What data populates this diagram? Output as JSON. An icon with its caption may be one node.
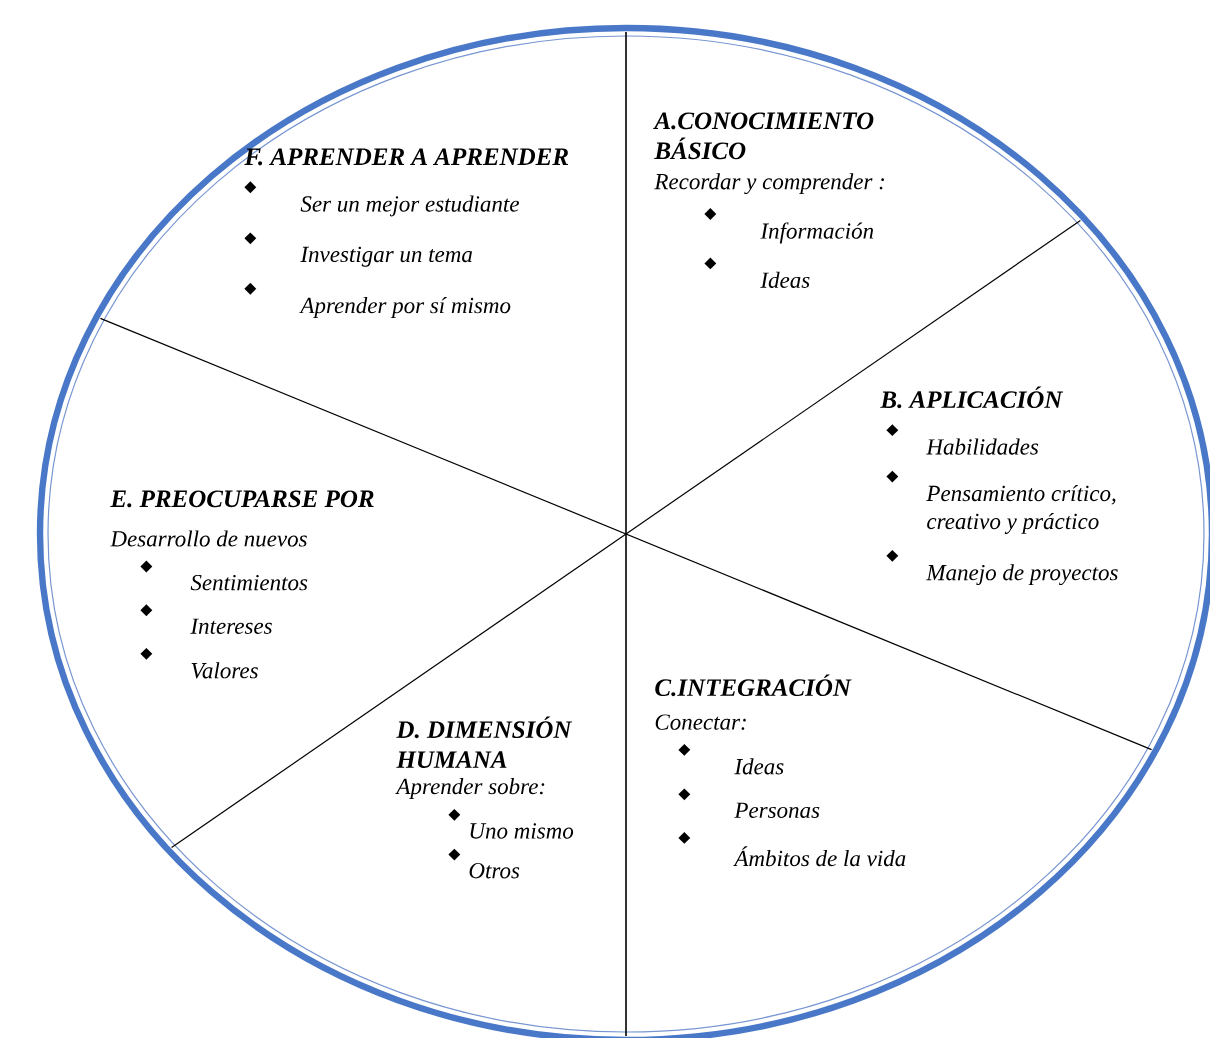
{
  "diagram": {
    "nodes": [
      {
        "text": [
          "A.CONOCIMIENTO BÁSICO",
          "Recordar y comprender :",
          "Información",
          "Ideas"
        ]
      },
      {
        "text": [
          "B. APLICACIÓN",
          "Habilidades",
          "Pensamiento crítico, creativo y práctico",
          "Manejo de proyectos"
        ]
      },
      {
        "text": [
          "C.INTEGRACIÓN",
          "Conectar:",
          "Ideas",
          "Personas",
          "Ámbitos de la vida"
        ]
      },
      {
        "text": [
          "D. DIMENSIÓN HUMANA",
          "Aprender sobre:",
          "Uno mismo",
          "Otros"
        ]
      },
      {
        "text": [
          "E. PREOCUPARSE POR",
          "Desarrollo de nuevos",
          "Sentimientos",
          "Intereses",
          "Valores"
        ]
      },
      {
        "text": [
          "F. APRENDER A APRENDER",
          "Ser un mejor estudiante",
          "Investigar un tema",
          "Aprender por sí mismo"
        ]
      }
    ]
  }
}
